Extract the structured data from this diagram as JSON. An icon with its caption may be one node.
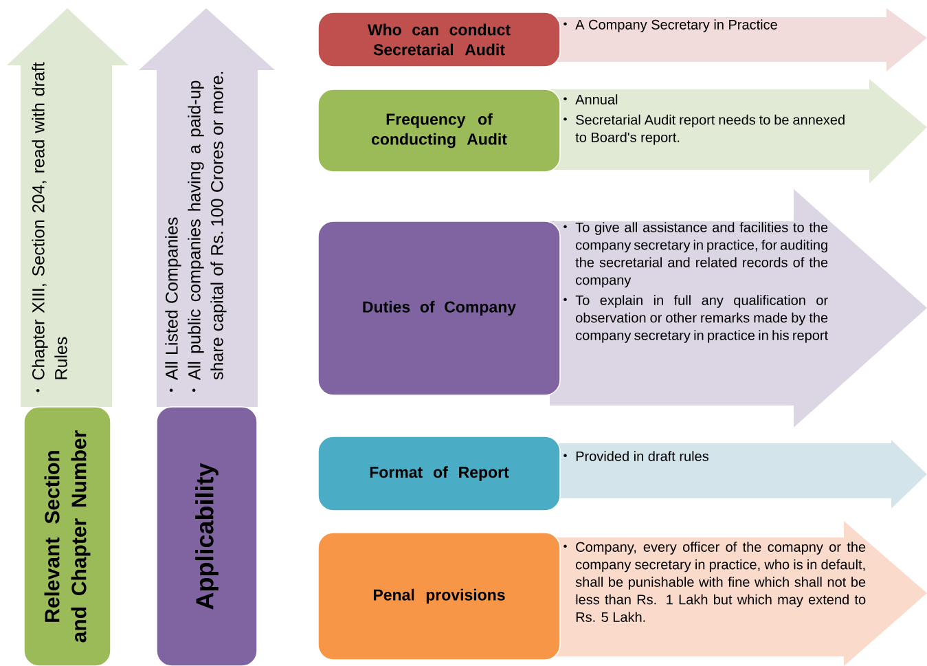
{
  "diagram": {
    "nodes": [
      {
        "text": [
          "Relevant Section and Chapter Number"
        ]
      },
      {
        "text": [
          "Chapter XIII, Section 204, read with draft Rules"
        ]
      },
      {
        "text": [
          "Applicability"
        ]
      },
      {
        "text": [
          "All Listed Companies",
          "All public companies having a paid-up share capital of Rs. 100 Crores or more."
        ]
      },
      {
        "text": [
          "Who can conduct Secretarial Audit"
        ]
      },
      {
        "text": [
          "A Company Secretary in Practice"
        ]
      },
      {
        "text": [
          "Frequency of conducting Audit"
        ]
      },
      {
        "text": [
          "Annual",
          "Secretarial Audit report needs to be annexed to Board's report."
        ]
      },
      {
        "text": [
          "Duties of Company"
        ]
      },
      {
        "text": [
          "To give all assistance and facilities to the company secretary in practice, for auditing the secretarial and related records of the company",
          "To explain in full any qualification or observation or other remarks made by the company secretary in practice in his report"
        ]
      },
      {
        "text": [
          "Format of Report"
        ]
      },
      {
        "text": [
          "Provided in draft rules"
        ]
      },
      {
        "text": [
          "Penal provisions"
        ]
      },
      {
        "text": [
          "Company, every officer of the comapny or the company secretary in practice, who is in default, shall be punishable with fine which shall not be less than Rs. 1 Lakh but which may extend to Rs. 5 Lakh."
        ]
      }
    ]
  }
}
